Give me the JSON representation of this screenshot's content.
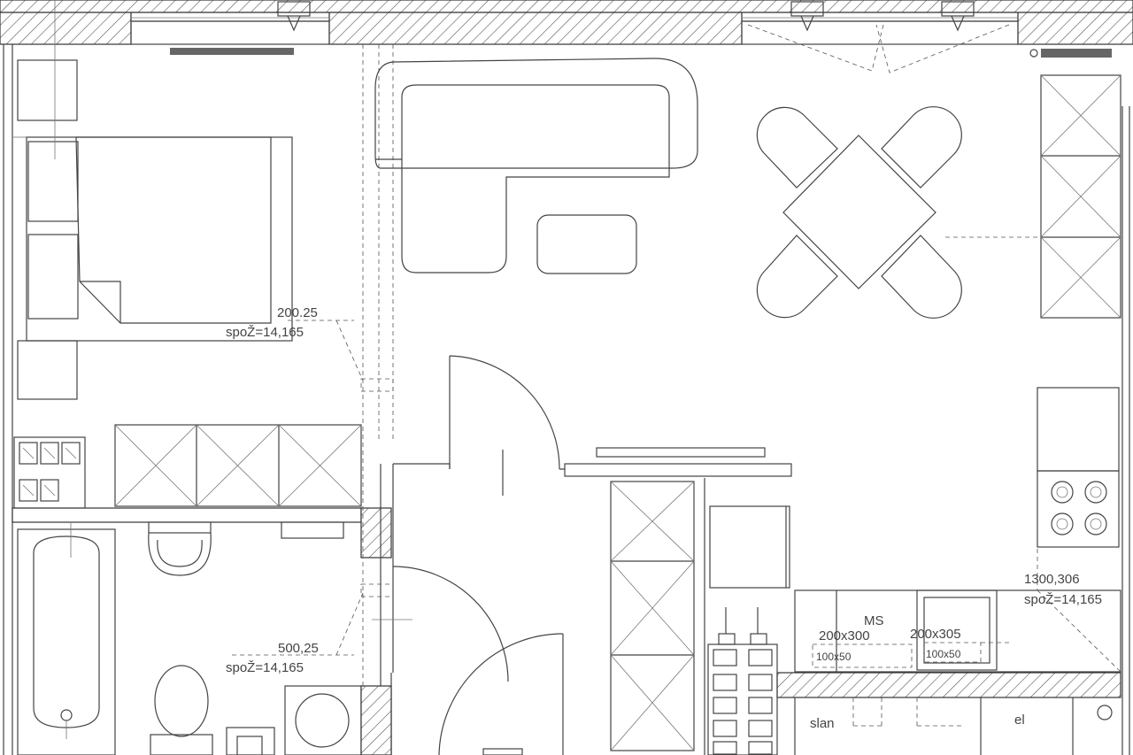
{
  "annotations": {
    "bedroom_code": "200.25",
    "bedroom_spoz": "spoŽ=14,165",
    "bathroom_code": "500,25",
    "bathroom_spoz": "spoŽ=14,165",
    "kitchen_code": "1300,306",
    "kitchen_spoz": "spoŽ=14,165",
    "ms_label": "MS",
    "opening_1": "200x300",
    "opening_1_sub": "100x50",
    "opening_2": "200x305",
    "opening_2_sub": "100x50",
    "slan_label": "slan",
    "el_label": "el"
  }
}
